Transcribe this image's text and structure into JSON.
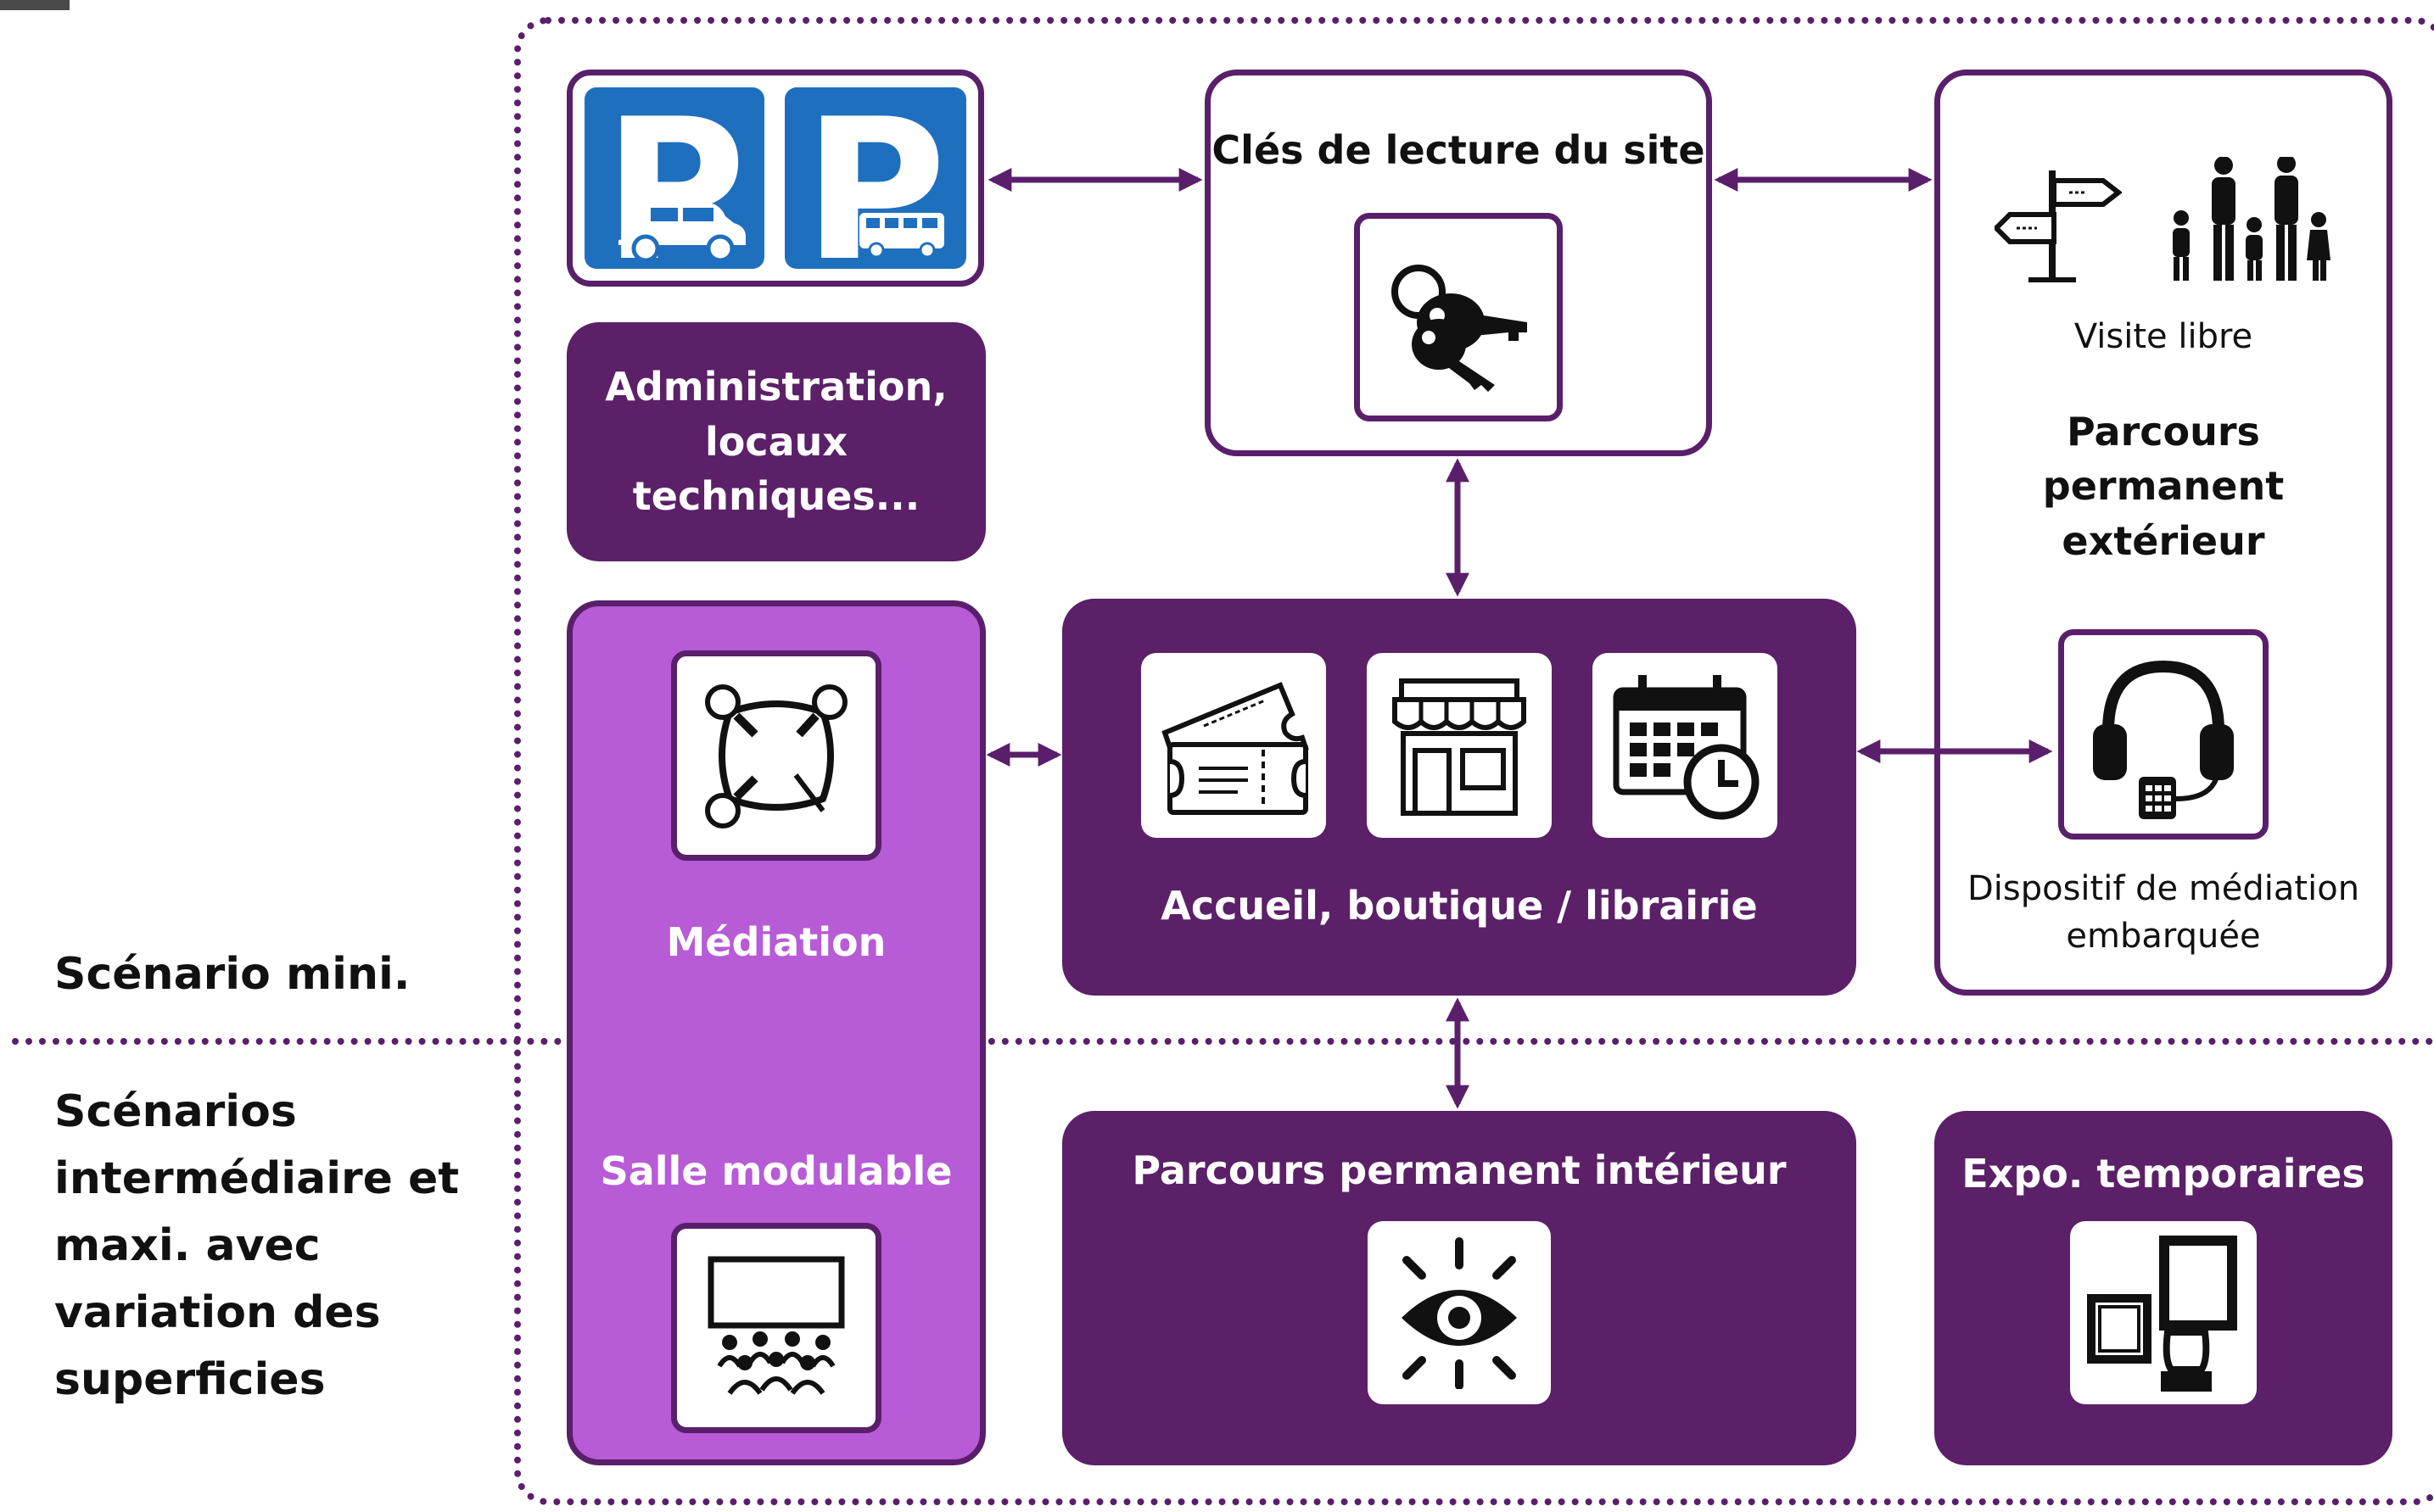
{
  "side": {
    "scenario_mini": "Scénario mini.",
    "scenarios_more": [
      "Scénarios",
      "intermédiaire et",
      "maxi. avec",
      "variation des",
      "superficies"
    ]
  },
  "boxes": {
    "cles_title": "Clés de lecture du site",
    "admin": [
      "Administration,",
      "locaux techniques..."
    ],
    "visite_libre": "Visite libre",
    "parcours_ext": [
      "Parcours",
      "permanent",
      "extérieur"
    ],
    "dispositif": [
      "Dispositif de médiation",
      "embarquée"
    ],
    "mediation": "Médiation",
    "salle": "Salle modulable",
    "accueil": "Accueil, boutique / librairie",
    "parcours_int": "Parcours permanent intérieur",
    "expo": "Expo. temporaires"
  },
  "parking_letter": "P",
  "colors": {
    "dark_purple": "#5b2068",
    "light_purple": "#b75bd6",
    "outline_purple": "#5a1f6b",
    "parking_blue": "#1f6fbf"
  },
  "icons": [
    "parking-car-icon",
    "parking-bus-icon",
    "keys-icon",
    "signpost-icon",
    "family-icon",
    "headphones-icon",
    "meeting-icon",
    "audience-icon",
    "ticket-icon",
    "shop-icon",
    "calendar-clock-icon",
    "eye-icon",
    "exhibition-frames-icon"
  ]
}
